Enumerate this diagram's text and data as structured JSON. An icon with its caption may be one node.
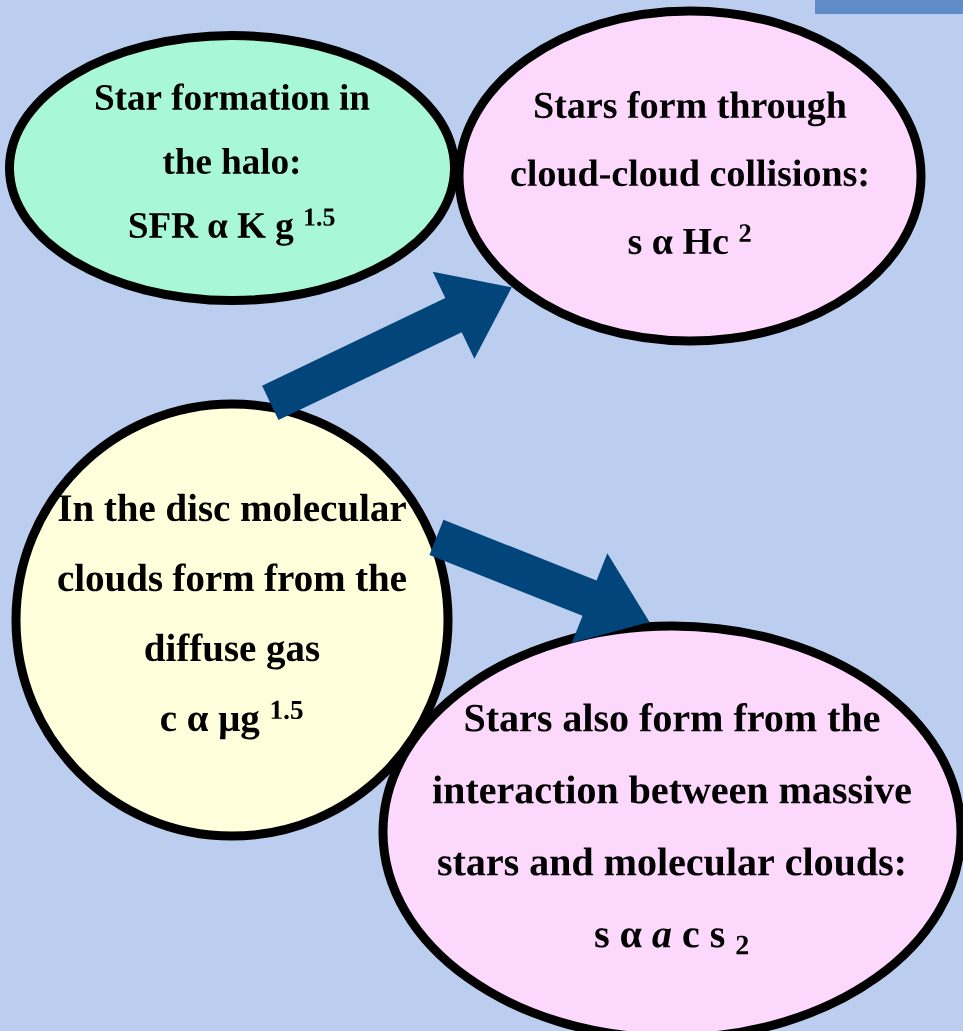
{
  "diagram": {
    "nodes": [
      {
        "text": [
          "Star formation in the halo:",
          "SFR α K g $^{1.5}$"
        ]
      },
      {
        "text": [
          "Stars form through cloud-cloud collisions:",
          "s α Hc $^{2}$"
        ]
      },
      {
        "text": [
          "In the disc molecular clouds form from the diffuse gas",
          "c α μg $^{1.5}$"
        ]
      },
      {
        "text": [
          "Stars also form from the interaction between massive stars and molecular clouds:",
          "s α *a* c s $_{2}$"
        ]
      }
    ],
    "edges": [
      {
        "from": 2,
        "to": 1,
        "arrow": "to"
      },
      {
        "from": 2,
        "to": 3,
        "arrow": "to"
      }
    ]
  }
}
